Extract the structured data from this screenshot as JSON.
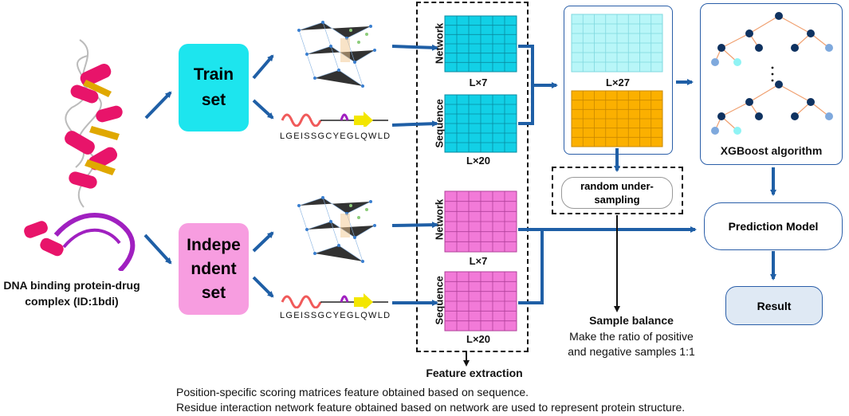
{
  "complex_caption": [
    "DNA binding protein-drug",
    "complex (ID:1bdi)"
  ],
  "train_set": [
    "Train",
    "set"
  ],
  "independent_set": [
    "Indepe",
    "ndent",
    "set"
  ],
  "sequence_text": "LGEISSGCYEGLQWLD",
  "labels": {
    "network": "Network",
    "sequence": "Sequence",
    "l7": "L×7",
    "l20": "L×20",
    "l27": "L×27"
  },
  "feature_extraction": "Feature extraction",
  "random_undersampling": [
    "random under-",
    "sampling"
  ],
  "sample_balance": {
    "title": "Sample balance",
    "desc": [
      "Make the ratio of positive",
      "and negative samples 1:1"
    ]
  },
  "xgboost": "XGBoost algorithm",
  "prediction_model": "Prediction  Model",
  "result": "Result",
  "footnotes": [
    "Position-specific scoring matrices feature obtained based on sequence.",
    "Residue interaction network feature obtained based on network are used to represent protein structure."
  ],
  "colors": {
    "arrow": "#1f5fa6",
    "cyan_box": "#1de5ee",
    "cyan_matrix": "#12d0e6",
    "light_cyan": "#b8f6f8",
    "pink_box": "#f79de0",
    "pink_matrix": "#f27ad8",
    "orange": "#fbb000",
    "result_fill": "#dfe9f4",
    "tree_dark": "#0f3260",
    "tree_mid": "#7fa9dd",
    "tree_light": "#8ff3f4"
  }
}
